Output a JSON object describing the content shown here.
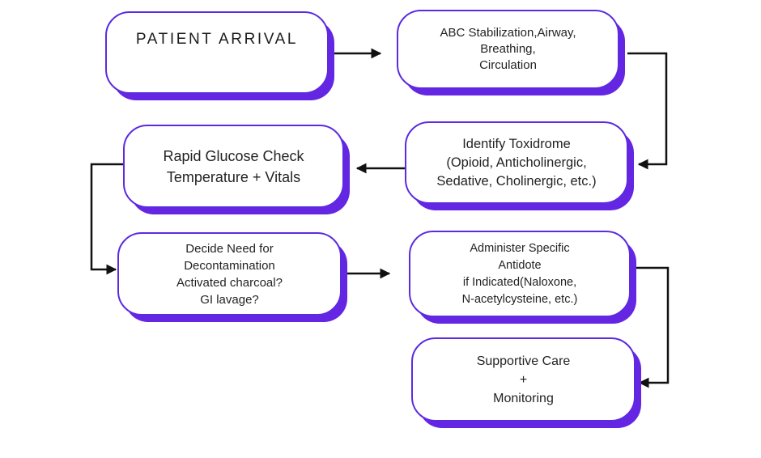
{
  "page": {
    "background": "#ffffff",
    "description": "Toxicology patient management flowchart"
  },
  "theme": {
    "box_fill": "#ffffff",
    "box_border": "#5b2be0",
    "box_shadow": "#6526e3",
    "text_color": "#232323",
    "arrow_color": "#111111"
  },
  "flowchart": {
    "nodes": [
      {
        "id": "patient-arrival",
        "lines": [
          "PATIENT ARRIVAL"
        ]
      },
      {
        "id": "abc-stabilization",
        "lines": [
          "ABC Stabilization,Airway,",
          "Breathing,",
          "Circulation"
        ]
      },
      {
        "id": "identify-toxidrome",
        "lines": [
          "Identify Toxidrome",
          "(Opioid, Anticholinergic,",
          "Sedative, Cholinergic, etc.)"
        ]
      },
      {
        "id": "rapid-glucose-check",
        "lines": [
          "Rapid Glucose Check",
          "Temperature + Vitals"
        ]
      },
      {
        "id": "decontamination",
        "lines": [
          "Decide Need for",
          "Decontamination",
          "Activated charcoal?",
          "GI lavage?"
        ]
      },
      {
        "id": "administer-antidote",
        "lines": [
          "Administer Specific",
          "Antidote",
          "if Indicated(Naloxone,",
          "N-acetylcysteine, etc.)"
        ]
      },
      {
        "id": "supportive-care",
        "lines": [
          "Supportive Care",
          "+",
          "Monitoring"
        ]
      }
    ],
    "edges": [
      {
        "from": "patient-arrival",
        "to": "abc-stabilization"
      },
      {
        "from": "abc-stabilization",
        "to": "identify-toxidrome"
      },
      {
        "from": "identify-toxidrome",
        "to": "rapid-glucose-check"
      },
      {
        "from": "rapid-glucose-check",
        "to": "decontamination"
      },
      {
        "from": "decontamination",
        "to": "administer-antidote"
      },
      {
        "from": "administer-antidote",
        "to": "supportive-care"
      }
    ]
  }
}
